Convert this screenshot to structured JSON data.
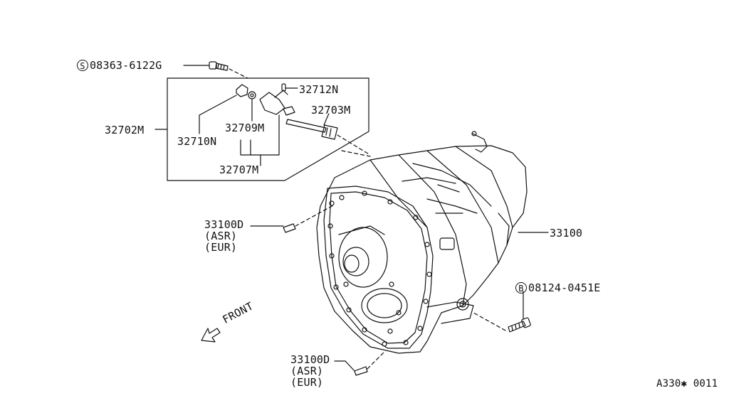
{
  "callouts": {
    "screw_symbol": "S",
    "screw_part": "08363-6122G",
    "bolt_symbol": "B",
    "bolt_part": "08124-0451E",
    "p32712n": "32712N",
    "p32703m": "32703M",
    "p32702m": "32702M",
    "p32709m": "32709M",
    "p32710n": "32710N",
    "p32707m": "32707M",
    "p33100": "33100",
    "dowel_upper": {
      "part": "33100D",
      "note1": "(ASR)",
      "note2": "(EUR)"
    },
    "dowel_lower": {
      "part": "33100D",
      "note1": "(ASR)",
      "note2": "(EUR)"
    }
  },
  "front_label": "FRONT",
  "figure_code": "A330✱ 0011"
}
